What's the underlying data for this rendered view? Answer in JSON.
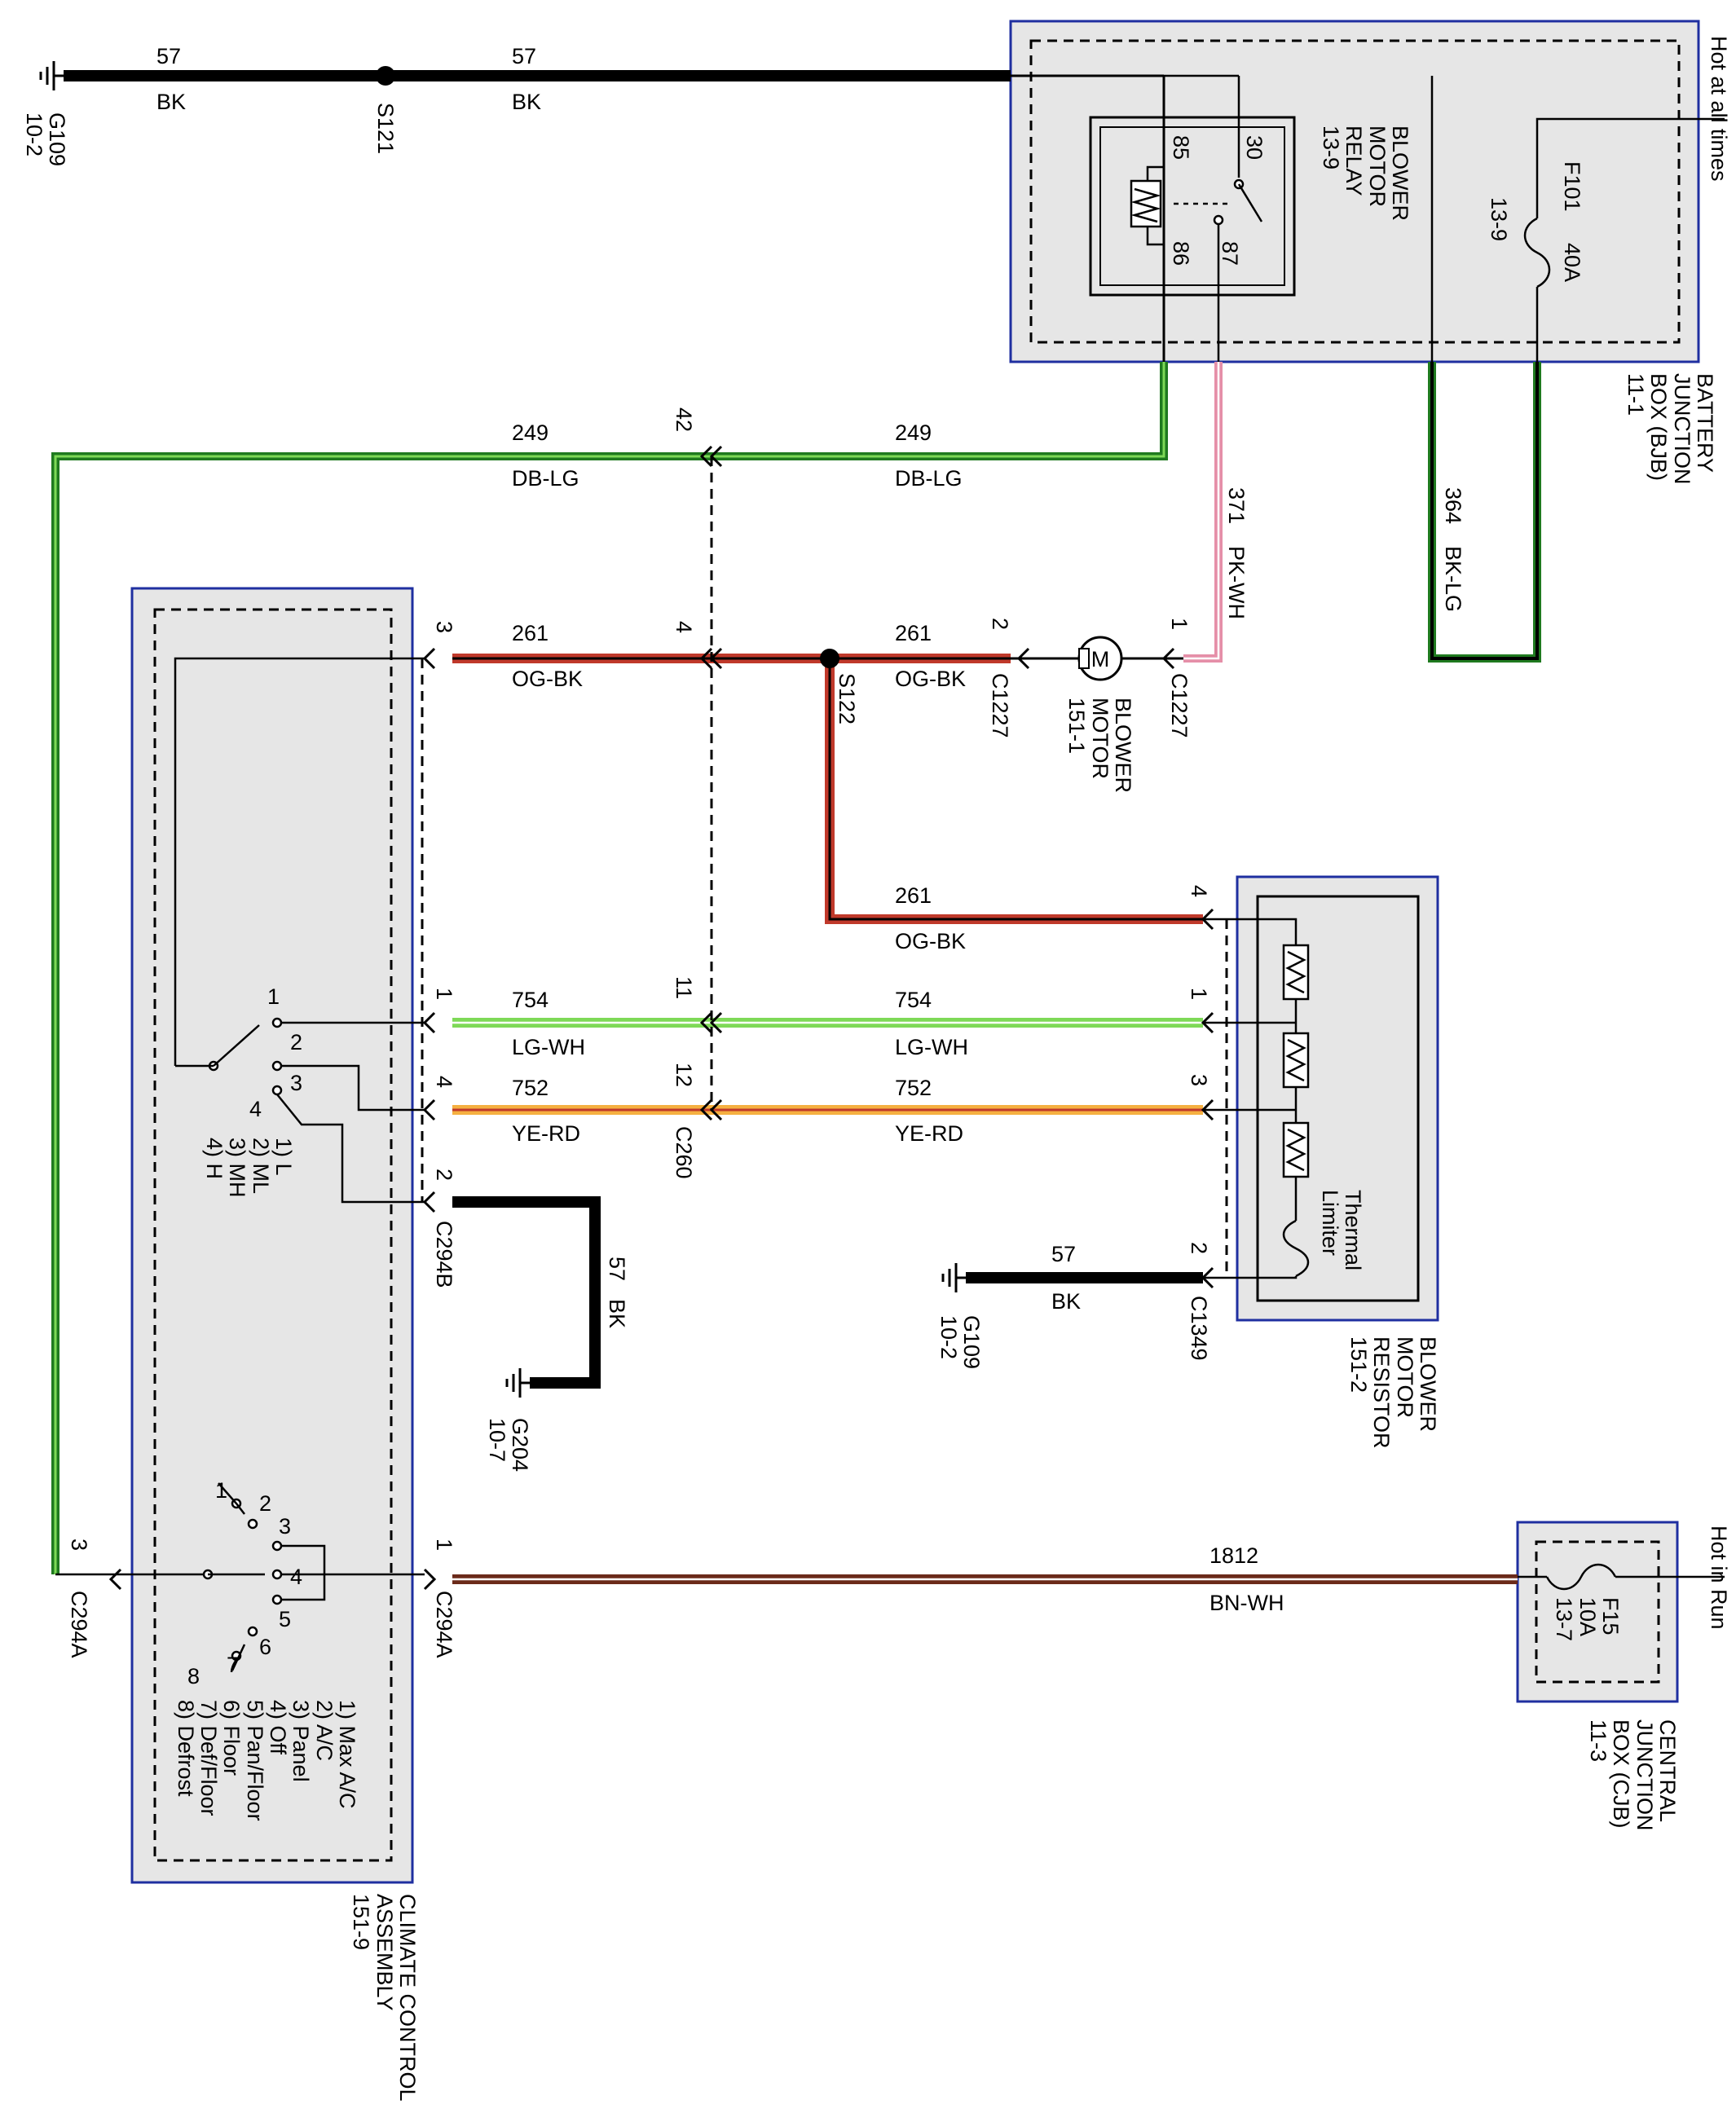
{
  "components": {
    "bjb": {
      "l1": "BATTERY",
      "l2": "JUNCTION",
      "l3": "BOX (BJB)",
      "l4": "11-1",
      "note": "Hot at all times"
    },
    "relay": {
      "l1": "BLOWER",
      "l2": "MOTOR",
      "l3": "RELAY",
      "l4": "13-9",
      "pin85": "85",
      "pin86": "86",
      "pin30": "30",
      "pin87": "87"
    },
    "fuse_f101": {
      "name": "F101",
      "rating": "40A",
      "ref": "13-9"
    },
    "blower_motor": {
      "l1": "BLOWER",
      "l2": "MOTOR",
      "l3": "151-1"
    },
    "resistor": {
      "l1": "BLOWER",
      "l2": "MOTOR",
      "l3": "RESISTOR",
      "l4": "151-2",
      "limiter1": "Thermal",
      "limiter2": "Limiter"
    },
    "cjb": {
      "l1": "CENTRAL",
      "l2": "JUNCTION",
      "l3": "BOX (CJB)",
      "l4": "11-3",
      "note": "Hot in Run",
      "fuse": "F15",
      "rating": "10A",
      "ref": "13-7"
    },
    "climate": {
      "l1": "CLIMATE CONTROL",
      "l2": "ASSEMBLY",
      "l3": "151-9",
      "speed_legend": [
        "1) L",
        "2) ML",
        "3) MH",
        "4) H"
      ],
      "speed_pins": [
        "1",
        "2",
        "3",
        "4"
      ],
      "mode_legend": [
        "1) Max A/C",
        "2) A/C",
        "3) Panel",
        "4) Off",
        "5) Pan/Floor",
        "6) Floor",
        "7) Def/Floor",
        "8) Defrost"
      ],
      "mode_pins": [
        "1",
        "2",
        "3",
        "4",
        "5",
        "6",
        "7",
        "8"
      ]
    }
  },
  "grounds": {
    "g109_top": {
      "name": "G109",
      "ref": "10-2"
    },
    "g109_mid": {
      "name": "G109",
      "ref": "10-2"
    },
    "g204": {
      "name": "G204",
      "ref": "10-7"
    }
  },
  "splices": {
    "s121": "S121",
    "s122": "S122"
  },
  "connectors": {
    "c1227": "C1227",
    "c1227b": "C1227",
    "c260": "C260",
    "c294b": "C294B",
    "c294a_left": "C294A",
    "c294a_right": "C294A",
    "c1349": "C1349",
    "pins": {
      "c260_249": "42",
      "c260_261": "4",
      "c260_754": "11",
      "c260_752": "12",
      "c1227_2": "2",
      "c1227_1": "1",
      "c294b_261": "3",
      "c294b_754": "1",
      "c294b_752": "4",
      "c294b_gnd": "2",
      "res_261": "4",
      "res_754": "1",
      "res_752": "3",
      "res_gnd": "2",
      "c294a_3": "3",
      "c294a_1": "1"
    }
  },
  "wires": {
    "w57a": {
      "circuit": "57",
      "color": "BK"
    },
    "w57b": {
      "circuit": "57",
      "color": "BK"
    },
    "w249a": {
      "circuit": "249",
      "color": "DB-LG"
    },
    "w249b": {
      "circuit": "249",
      "color": "DB-LG"
    },
    "w371": {
      "circuit": "371",
      "color": "PK-WH"
    },
    "w364": {
      "circuit": "364",
      "color": "BK-LG"
    },
    "w261a": {
      "circuit": "261",
      "color": "OG-BK"
    },
    "w261b": {
      "circuit": "261",
      "color": "OG-BK"
    },
    "w261c": {
      "circuit": "261",
      "color": "OG-BK"
    },
    "w754a": {
      "circuit": "754",
      "color": "LG-WH"
    },
    "w754b": {
      "circuit": "754",
      "color": "LG-WH"
    },
    "w752a": {
      "circuit": "752",
      "color": "YE-RD"
    },
    "w752b": {
      "circuit": "752",
      "color": "YE-RD"
    },
    "w57c": {
      "circuit": "57",
      "color": "BK"
    },
    "w57d": {
      "circuit": "57",
      "color": "BK"
    },
    "w1812": {
      "circuit": "1812",
      "color": "BN-WH"
    }
  },
  "wire_colors": {
    "BK": "#000000",
    "DB-LG": "#1f7a1f",
    "PK-WH": "#e58fa8",
    "BK-LG": "#1f7a1f",
    "OG-BK": "#c0392b",
    "LG-WH": "#7ed957",
    "YE-RD": "#f5b041",
    "BN-WH": "#6b2a1a"
  }
}
